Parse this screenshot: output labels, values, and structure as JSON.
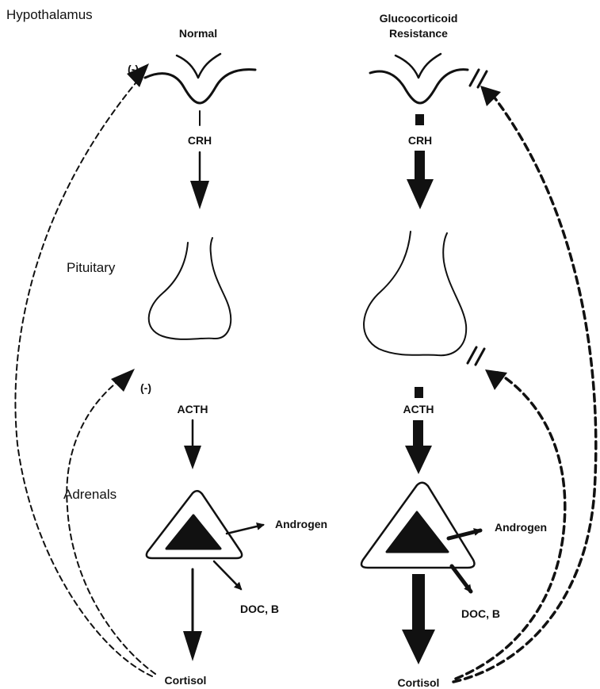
{
  "labels": {
    "hypothalamus": "Hypothalamus",
    "pituitary": "Pituitary",
    "adrenals": "Adrenals"
  },
  "columns": {
    "normal": {
      "title": "Normal",
      "crh": "CRH",
      "acth": "ACTH",
      "androgen": "Androgen",
      "doc_b": "DOC, B",
      "cortisol": "Cortisol",
      "neg_hypothalamus": "(-)",
      "neg_pituitary": "(-)"
    },
    "resistance": {
      "title_line1": "Glucocorticoid",
      "title_line2": "Resistance",
      "crh": "CRH",
      "acth": "ACTH",
      "androgen": "Androgen",
      "doc_b": "DOC, B",
      "cortisol": "Cortisol"
    }
  }
}
